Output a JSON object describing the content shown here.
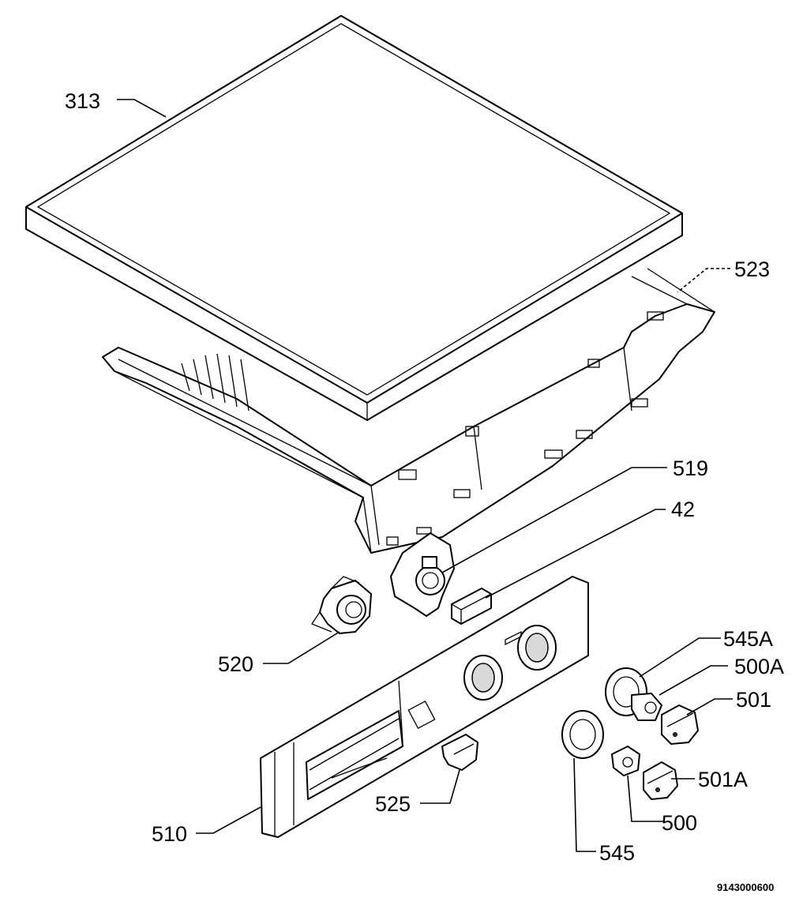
{
  "labels": {
    "p313": "313",
    "p523": "523",
    "p519": "519",
    "p42": "42",
    "p520": "520",
    "p545a": "545A",
    "p500a": "500A",
    "p501": "501",
    "p501a": "501A",
    "p500": "500",
    "p545": "545",
    "p525": "525",
    "p510": "510"
  },
  "document_number": "9143000600"
}
